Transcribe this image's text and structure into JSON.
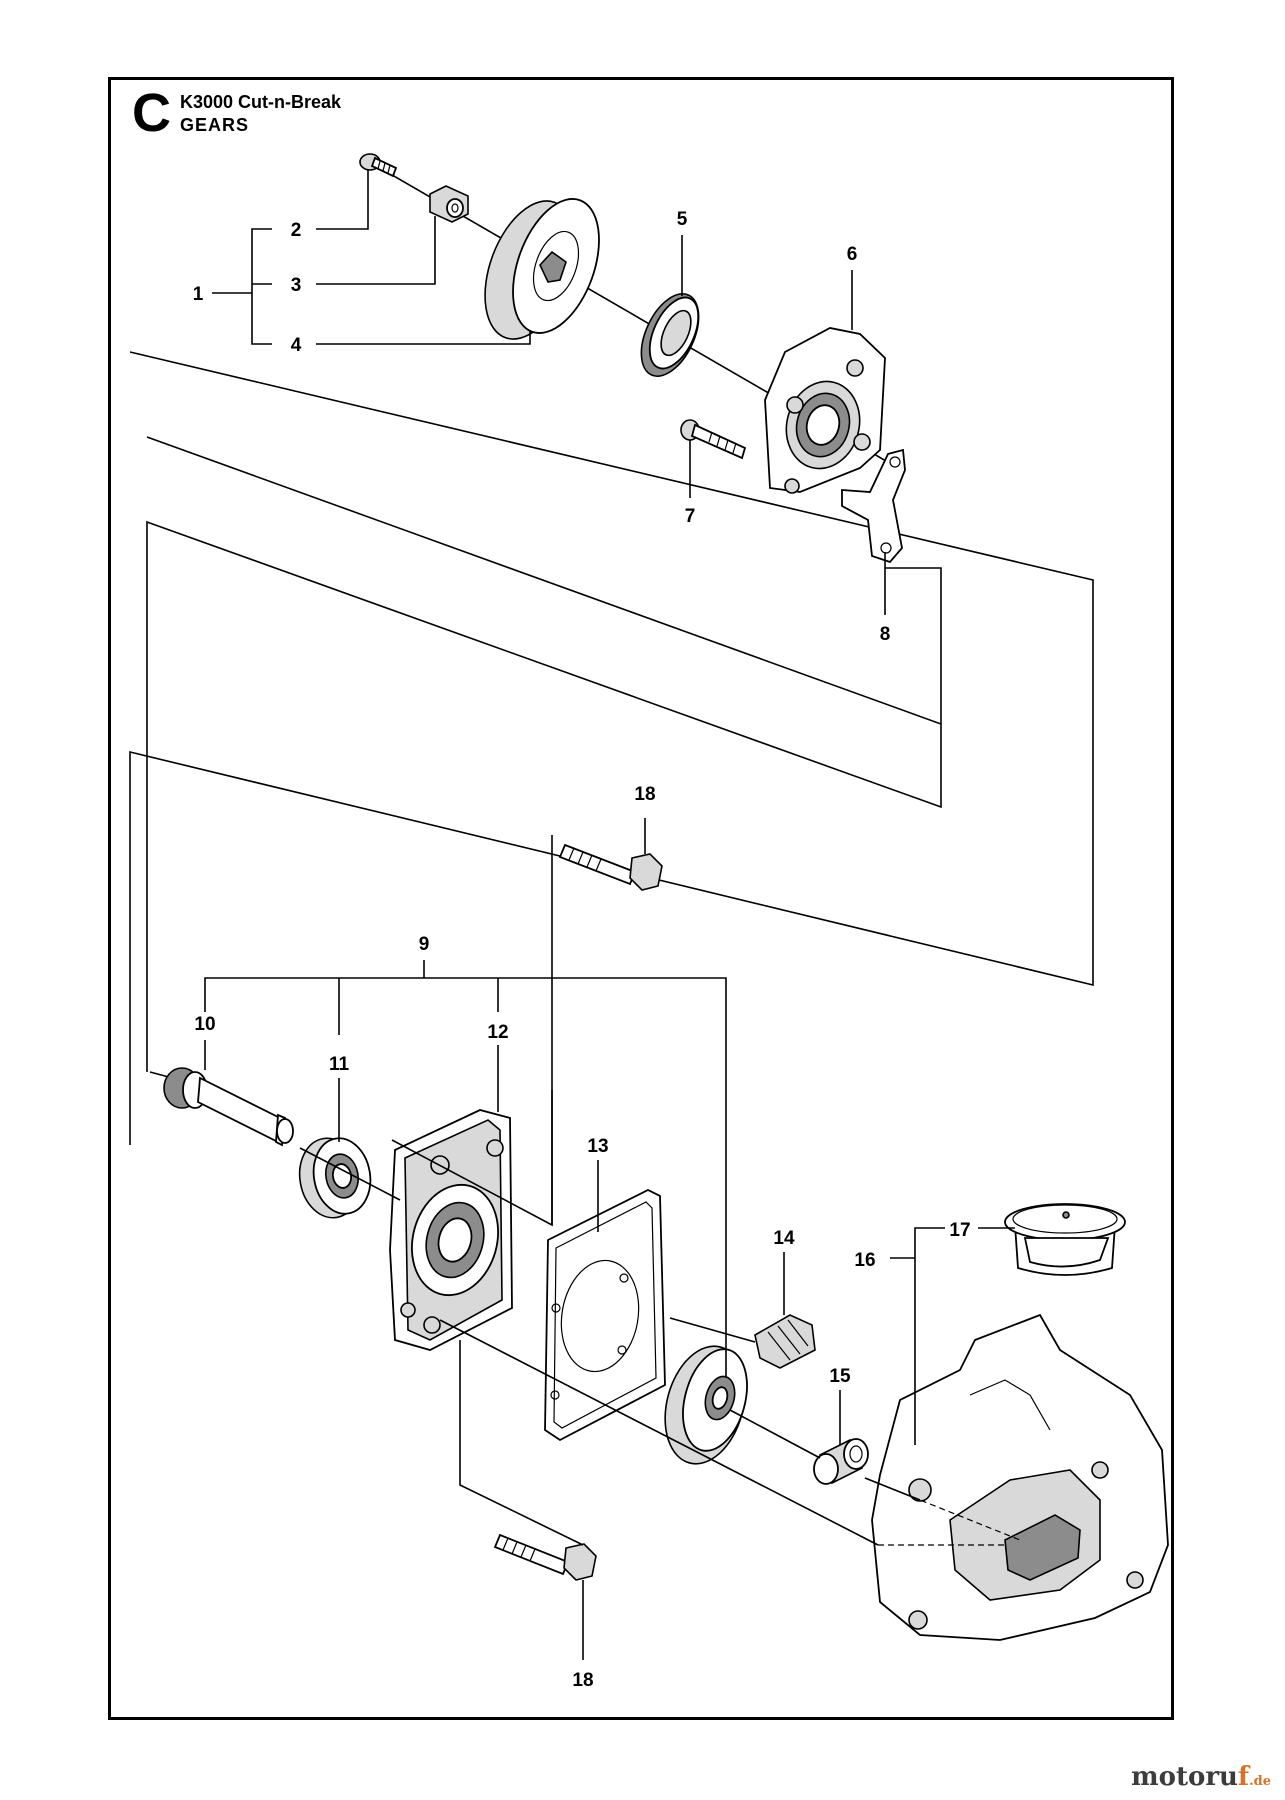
{
  "header": {
    "section_letter": "C",
    "model": "K3000 Cut-n-Break",
    "section_title": "GEARS"
  },
  "callouts": {
    "c1": "1",
    "c2": "2",
    "c3": "3",
    "c4": "4",
    "c5": "5",
    "c6": "6",
    "c7": "7",
    "c8": "8",
    "c9": "9",
    "c10": "10",
    "c11": "11",
    "c12": "12",
    "c13": "13",
    "c14": "14",
    "c15": "15",
    "c16": "16",
    "c17": "17",
    "c18a": "18",
    "c18b": "18"
  },
  "watermark": {
    "main": "motoru",
    "accent": "f",
    "suffix": ".de"
  }
}
